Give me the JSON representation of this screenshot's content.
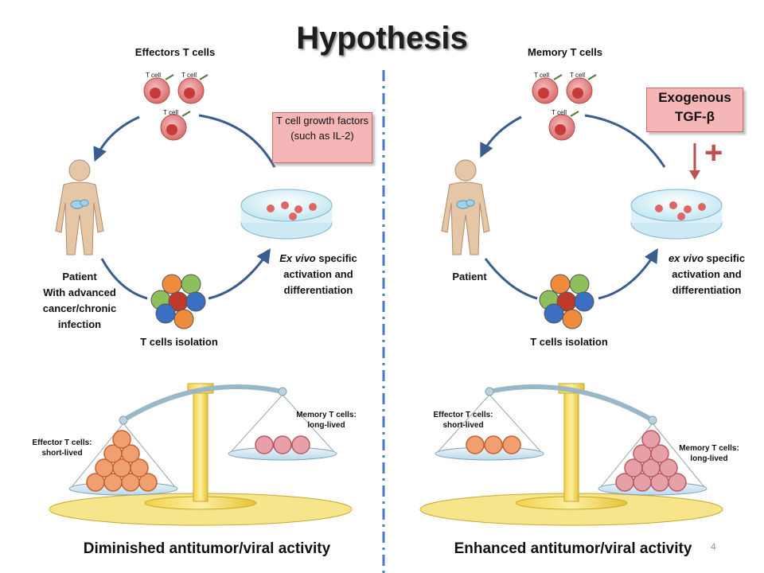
{
  "title": "Hypothesis",
  "page_number": "4",
  "left": {
    "cells_label": "Effectors T cells",
    "cell_tag": "T cell",
    "growth_box": "T cell growth factors (such as IL-2)",
    "patient": [
      "Patient",
      "With advanced",
      "cancer/chronic",
      "infection"
    ],
    "activation": {
      "italic": "Ex vivo",
      "rest1": " specific",
      "line2": "activation and",
      "line3": "differentiation"
    },
    "isolation": "T cells isolation",
    "scale_left": [
      "Effector  T cells:",
      "short-lived"
    ],
    "scale_right": [
      "Memory T cells:",
      "long-lived"
    ],
    "caption": "Diminished antitumor/viral activity"
  },
  "right": {
    "cells_label": "Memory T cells",
    "cell_tag": "T cell",
    "tgf_box": [
      "Exogenous",
      "TGF-β"
    ],
    "plus": "+",
    "patient": "Patient",
    "activation": {
      "italic": "ex vivo",
      "rest1": " specific",
      "line2": "activation and",
      "line3": "differentiation"
    },
    "isolation": "T cells isolation",
    "scale_left": [
      "Effector  T cells:",
      "short-lived"
    ],
    "scale_right": [
      "Memory T cells:",
      "long-lived"
    ],
    "caption": "Enhanced antitumor/viral activity"
  },
  "colors": {
    "divider": "#4a78c0",
    "arrow": "#3b5c8e",
    "t_cell": "#e06666",
    "effector_ball": "#f0a070",
    "memory_ball": "#e8a0a8",
    "balance": "#f5dd66"
  }
}
